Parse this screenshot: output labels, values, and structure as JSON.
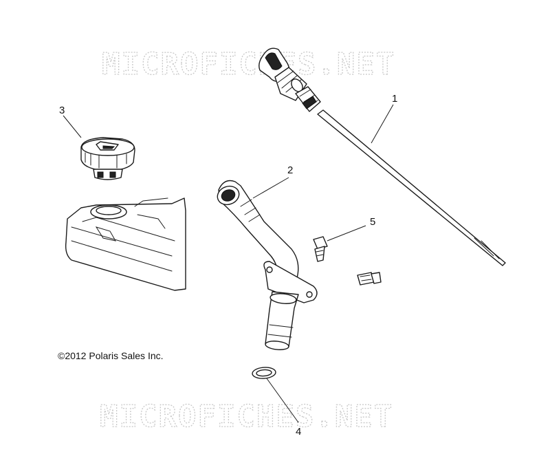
{
  "watermarks": [
    "MICROFICHES.NET",
    "MICROFICHES.NET"
  ],
  "copyright": "©2012 Polaris Sales Inc.",
  "callouts": {
    "dipstick": "1",
    "fill_tube": "2",
    "oil_cap": "3",
    "o_ring": "4",
    "bolt": "5"
  }
}
